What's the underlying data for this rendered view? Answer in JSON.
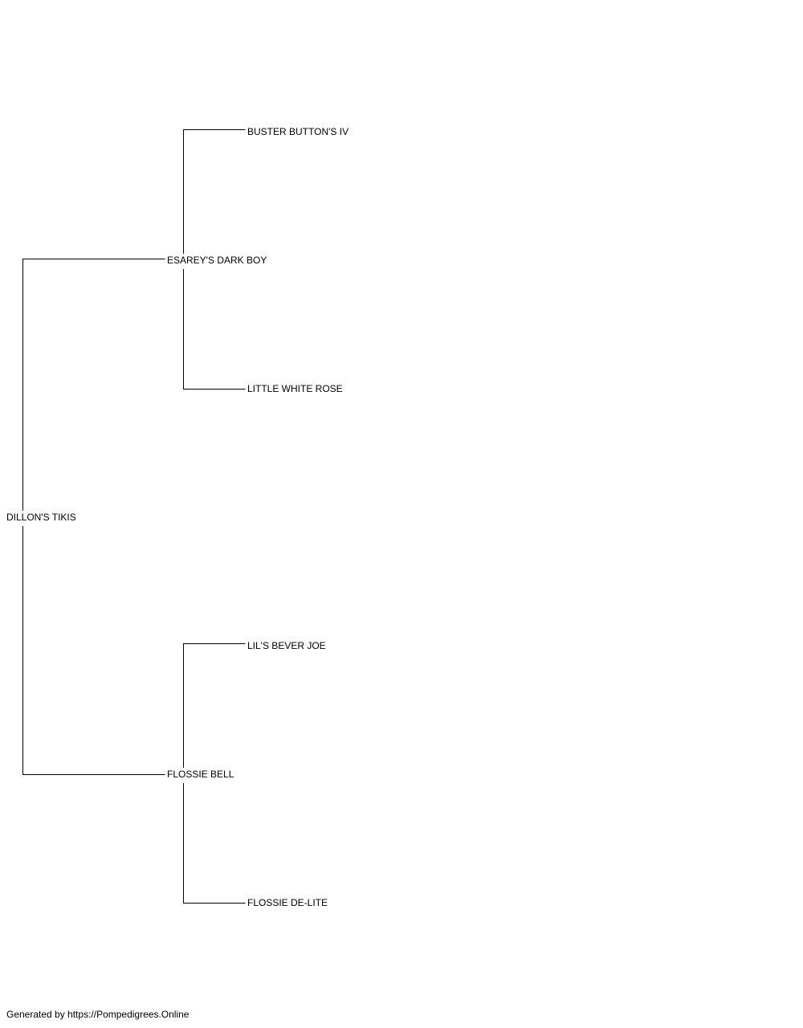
{
  "pedigree": {
    "subject": "DILLON'S TIKIS",
    "sire": "ESAREY'S DARK BOY",
    "dam": "FLOSSIE BELL",
    "sire_sire": "BUSTER BUTTON'S IV",
    "sire_dam": "LITTLE WHITE ROSE",
    "dam_sire": "LIL'S BEVER JOE",
    "dam_dam": "FLOSSIE DE-LITE"
  },
  "footer": {
    "text": "Generated by https://Pompedigrees.Online"
  }
}
